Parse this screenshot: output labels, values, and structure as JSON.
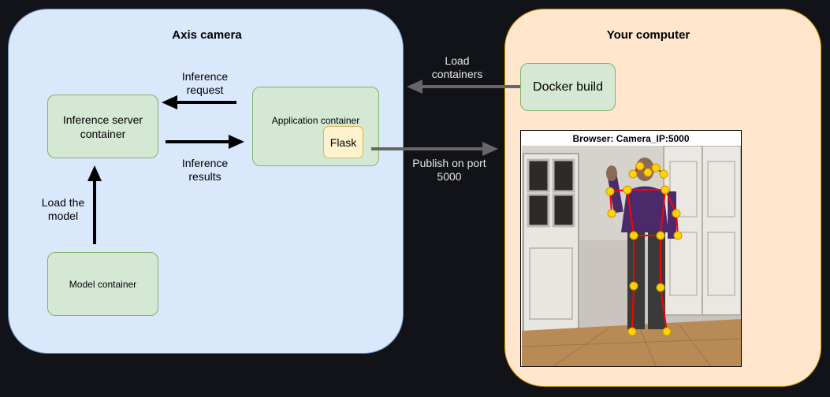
{
  "axis_camera": {
    "title": "Axis camera",
    "inference_server": "Inference server container",
    "model_container": "Model container",
    "application_container": "Application container",
    "flask": "Flask",
    "label_request": "Inference request",
    "label_results": "Inference results",
    "label_load_model": "Load the model"
  },
  "computer": {
    "title": "Your computer",
    "docker_build": "Docker build",
    "browser_title": "Browser: Camera_IP:5000",
    "photo_icon": "pose-estimation-photo"
  },
  "edges": {
    "load_containers": "Load containers",
    "publish": "Publish on port 5000"
  },
  "colors": {
    "background": "#111318",
    "axis_fill": "#dae8fc",
    "computer_fill": "#ffe6cc",
    "container_fill": "#d5e8d4",
    "flask_fill": "#fff2cc",
    "arrow_black": "#000000",
    "arrow_gray": "#666666"
  }
}
